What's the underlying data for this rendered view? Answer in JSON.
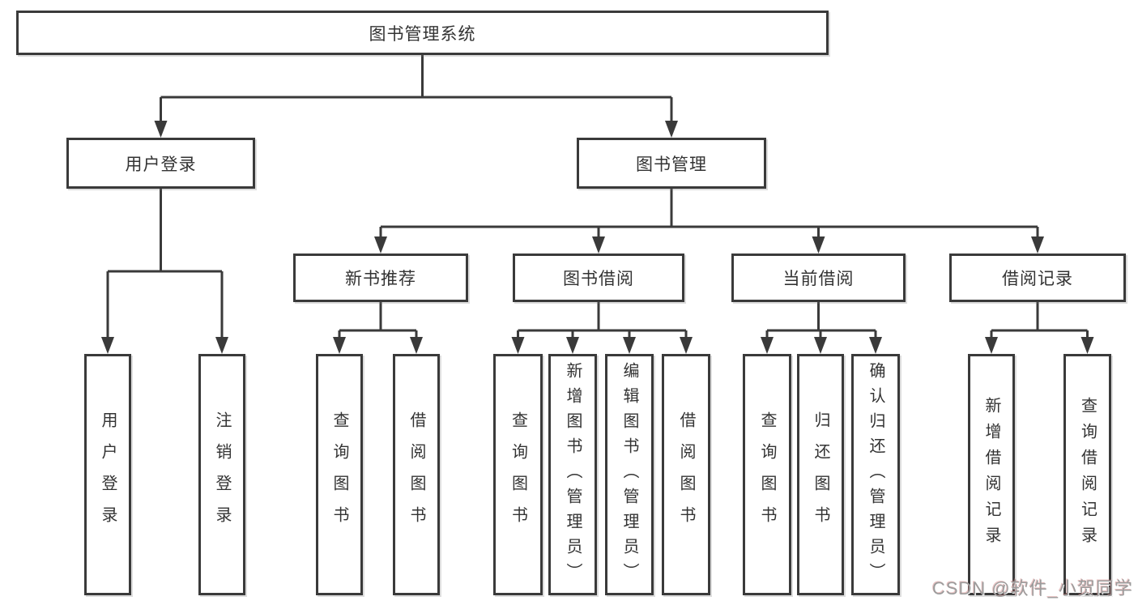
{
  "tree": {
    "root": {
      "label": "图书管理系统",
      "children": [
        {
          "label": "用户登录",
          "children": [
            {
              "label": "用户登录"
            },
            {
              "label": "注销登录"
            }
          ]
        },
        {
          "label": "图书管理",
          "children": [
            {
              "label": "新书推荐",
              "children": [
                {
                  "label": "查询图书"
                },
                {
                  "label": "借阅图书"
                }
              ]
            },
            {
              "label": "图书借阅",
              "children": [
                {
                  "label": "查询图书"
                },
                {
                  "label": "新增图书（管理员）"
                },
                {
                  "label": "编辑图书（管理员）"
                },
                {
                  "label": "借阅图书"
                }
              ]
            },
            {
              "label": "当前借阅",
              "children": [
                {
                  "label": "查询图书"
                },
                {
                  "label": "归还图书"
                },
                {
                  "label": "确认归还（管理员）"
                }
              ]
            },
            {
              "label": "借阅记录",
              "children": [
                {
                  "label": "新增借阅记录"
                },
                {
                  "label": "查询借阅记录"
                }
              ]
            }
          ]
        }
      ]
    }
  },
  "watermark": {
    "text": "CSDN @软件_小贺同学"
  },
  "colors": {
    "line": "#3a3a3a",
    "box_border": "#3a3a3a",
    "box_fill": "#ffffff",
    "text": "#333333",
    "watermark": "#9c9c9c"
  }
}
